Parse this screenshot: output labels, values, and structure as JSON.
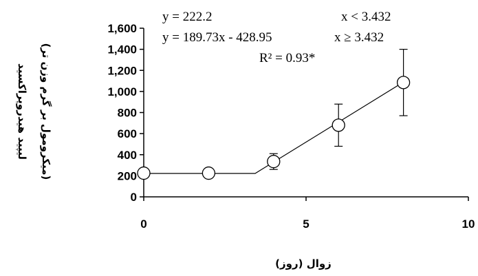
{
  "chart_data": {
    "type": "scatter",
    "title": "",
    "xlabel": "زوال (روز)",
    "ylabel_line1": "لیپید هیدروپراکسید",
    "ylabel_line2": "(میکرومول بر گرم وزن تر)",
    "xlim": [
      0,
      10
    ],
    "ylim": [
      0,
      1600
    ],
    "x_ticks": [
      0,
      5,
      10
    ],
    "x_tick_labels": [
      "0",
      "5",
      "10"
    ],
    "y_ticks": [
      0,
      200,
      400,
      600,
      800,
      1000,
      1200,
      1400,
      1600
    ],
    "y_tick_labels": [
      "0",
      "200",
      "400",
      "600",
      "800",
      "1,000",
      "1,200",
      "1,400",
      "1,600"
    ],
    "grid": false,
    "series": [
      {
        "points": [
          {
            "x": 0,
            "y": 225,
            "err": 45
          },
          {
            "x": 2,
            "y": 225,
            "err": 0
          },
          {
            "x": 4,
            "y": 335,
            "err": 75
          },
          {
            "x": 6,
            "y": 680,
            "err": 200
          },
          {
            "x": 8,
            "y": 1085,
            "err": 315
          }
        ],
        "marker": "open-circle"
      }
    ],
    "fit_line": [
      {
        "x": 0,
        "y": 222.2
      },
      {
        "x": 3.432,
        "y": 222.2
      },
      {
        "x": 8,
        "y": 1088.9
      }
    ],
    "annotations": {
      "eq1": "y = 222.2",
      "cond1": "x < 3.432",
      "eq2": "y = 189.73x - 428.95",
      "cond2": "x ≥ 3.432",
      "r2": "R² = 0.93*"
    }
  }
}
